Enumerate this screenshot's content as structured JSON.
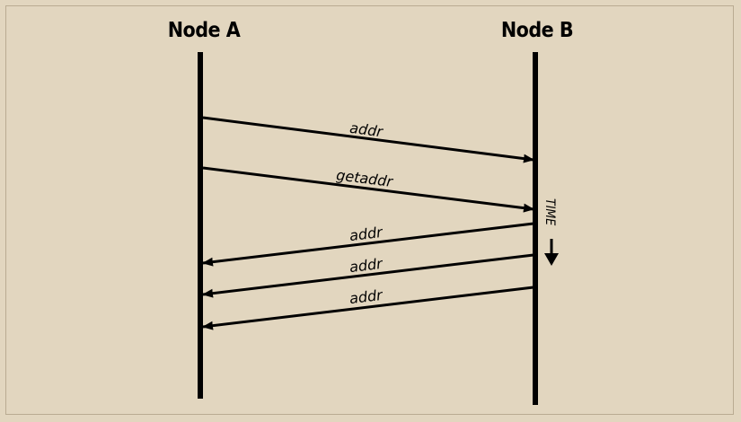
{
  "diagram": {
    "type": "sequence",
    "background": "#e2d6bf",
    "line_color": "#000000",
    "nodes": [
      {
        "id": "a",
        "label": "Node A"
      },
      {
        "id": "b",
        "label": "Node B"
      }
    ],
    "messages": [
      {
        "label": "addr",
        "from": "a",
        "to": "b"
      },
      {
        "label": "getaddr",
        "from": "a",
        "to": "b"
      },
      {
        "label": "addr",
        "from": "b",
        "to": "a"
      },
      {
        "label": "addr",
        "from": "b",
        "to": "a"
      },
      {
        "label": "addr",
        "from": "b",
        "to": "a"
      }
    ],
    "time_axis": {
      "label": "TIME",
      "direction": "down"
    }
  }
}
